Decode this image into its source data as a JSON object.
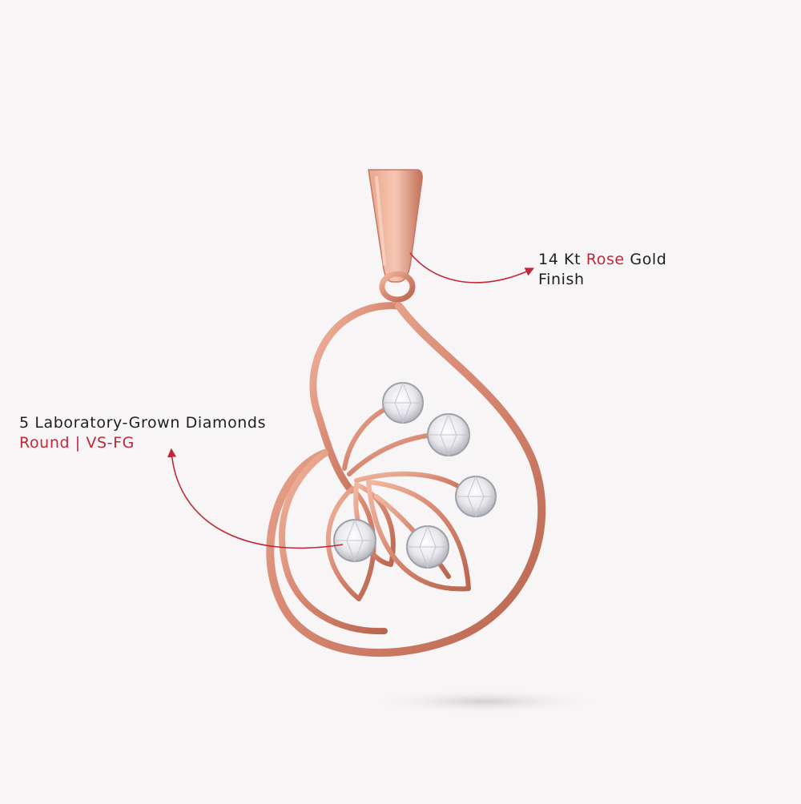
{
  "colors": {
    "background": "#f7f5f6",
    "rose_gold": "#d98a73",
    "accent_red": "#c0283a",
    "text": "#1f1f1f"
  },
  "callouts": {
    "gold": {
      "prefix": "14 Kt ",
      "highlight": "Rose",
      "suffix": " Gold",
      "line2": "Finish"
    },
    "diamonds": {
      "line1": "5 Laboratory-Grown Diamonds",
      "line2": "Round | VS-FG"
    }
  }
}
